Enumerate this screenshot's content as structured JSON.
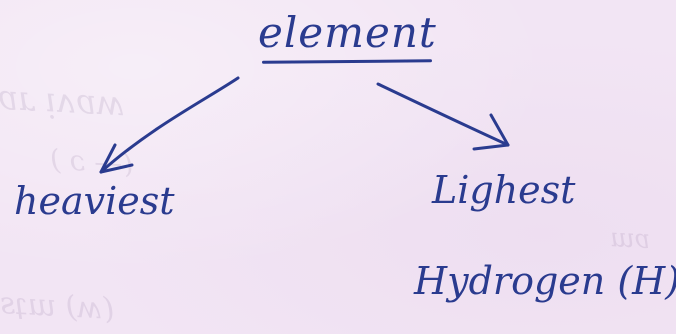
{
  "diagram": {
    "root_label": "element",
    "left_label": "heaviest",
    "right_label": "Lighest",
    "right_sub_label": "Hydrogen (H)"
  },
  "colors": {
    "paper": "#f2e5f4",
    "ink": "#2a3b8f"
  }
}
